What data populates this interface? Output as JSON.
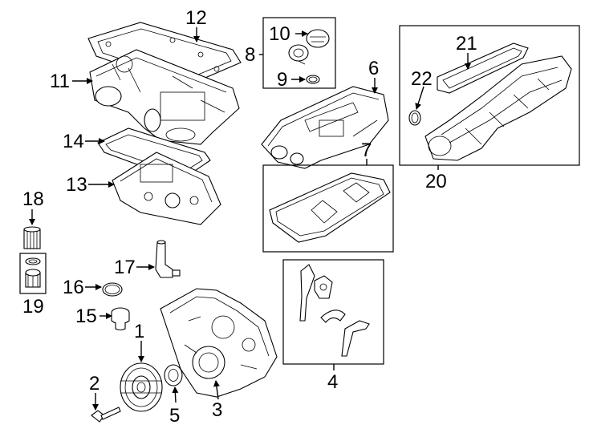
{
  "callouts": {
    "n1": "1",
    "n2": "2",
    "n3": "3",
    "n4": "4",
    "n5": "5",
    "n6": "6",
    "n7": "7",
    "n8": "8",
    "n9": "9",
    "n10": "10",
    "n11": "11",
    "n12": "12",
    "n13": "13",
    "n14": "14",
    "n15": "15",
    "n16": "16",
    "n17": "17",
    "n18": "18",
    "n19": "19",
    "n20": "20",
    "n21": "21",
    "n22": "22"
  },
  "colors": {
    "line": "#000000",
    "background": "#ffffff"
  }
}
